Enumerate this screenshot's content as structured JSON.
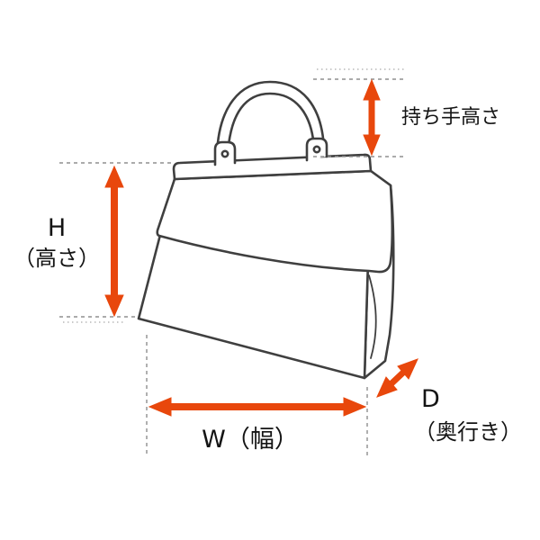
{
  "colors": {
    "arrow": "#E8470C",
    "outline": "#3F3F3F",
    "guide": "#8F8F8F",
    "micro": "#B9B9B9",
    "text": "#141414",
    "background": "#FFFFFF"
  },
  "dimensions": {
    "handle_height": {
      "label": "持ち手高さ"
    },
    "height": {
      "label_line1": "H",
      "label_line2": "（高さ）"
    },
    "width": {
      "label": "W（幅）"
    },
    "depth": {
      "label_line1": "D",
      "label_line2": "（奥行き）"
    }
  }
}
